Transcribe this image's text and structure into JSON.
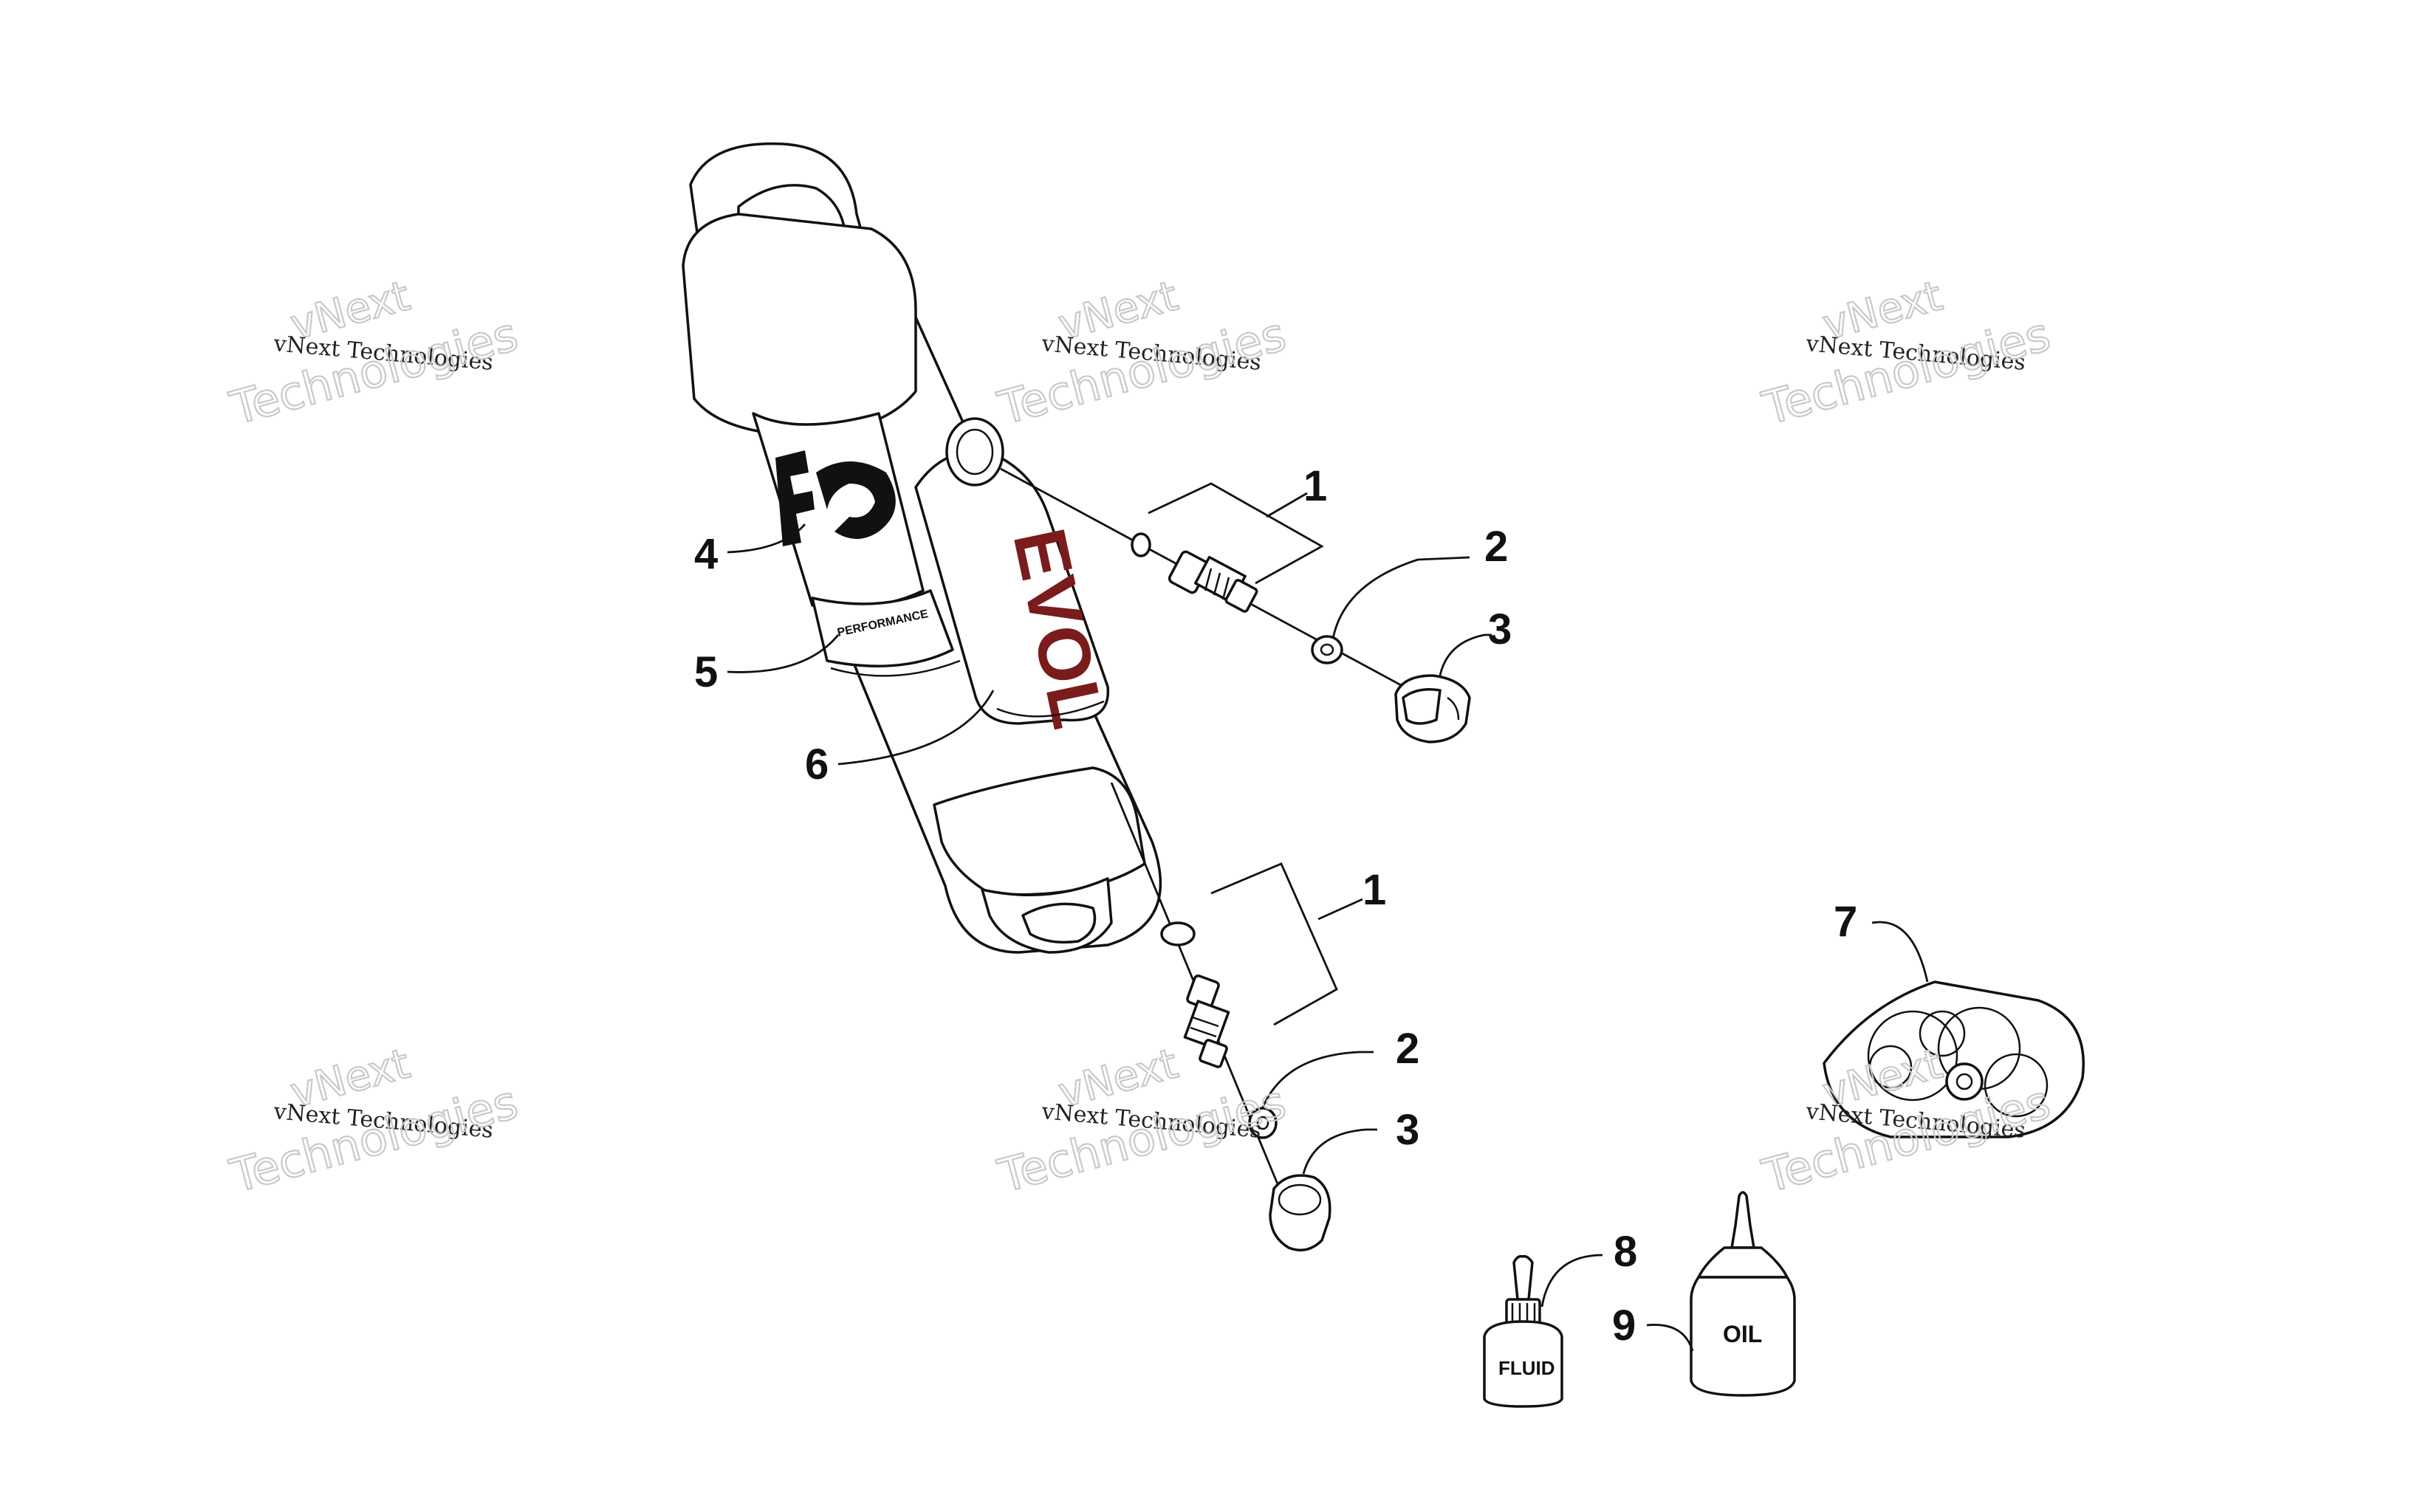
{
  "callouts": {
    "c1a": "1",
    "c2a": "2",
    "c3a": "3",
    "c4": "4",
    "c5": "5",
    "c6": "6",
    "c1b": "1",
    "c2b": "2",
    "c3b": "3",
    "c7": "7",
    "c8": "8",
    "c9": "9"
  },
  "labels": {
    "fluid_bottle": "FLUID",
    "oil_bottle": "OIL",
    "reservoir_brand": "EVOL",
    "collar_text": "PERFORMANCE"
  },
  "watermark": {
    "line1": "vNext",
    "line2": "vNext Technologies",
    "line3": "Technologies"
  }
}
